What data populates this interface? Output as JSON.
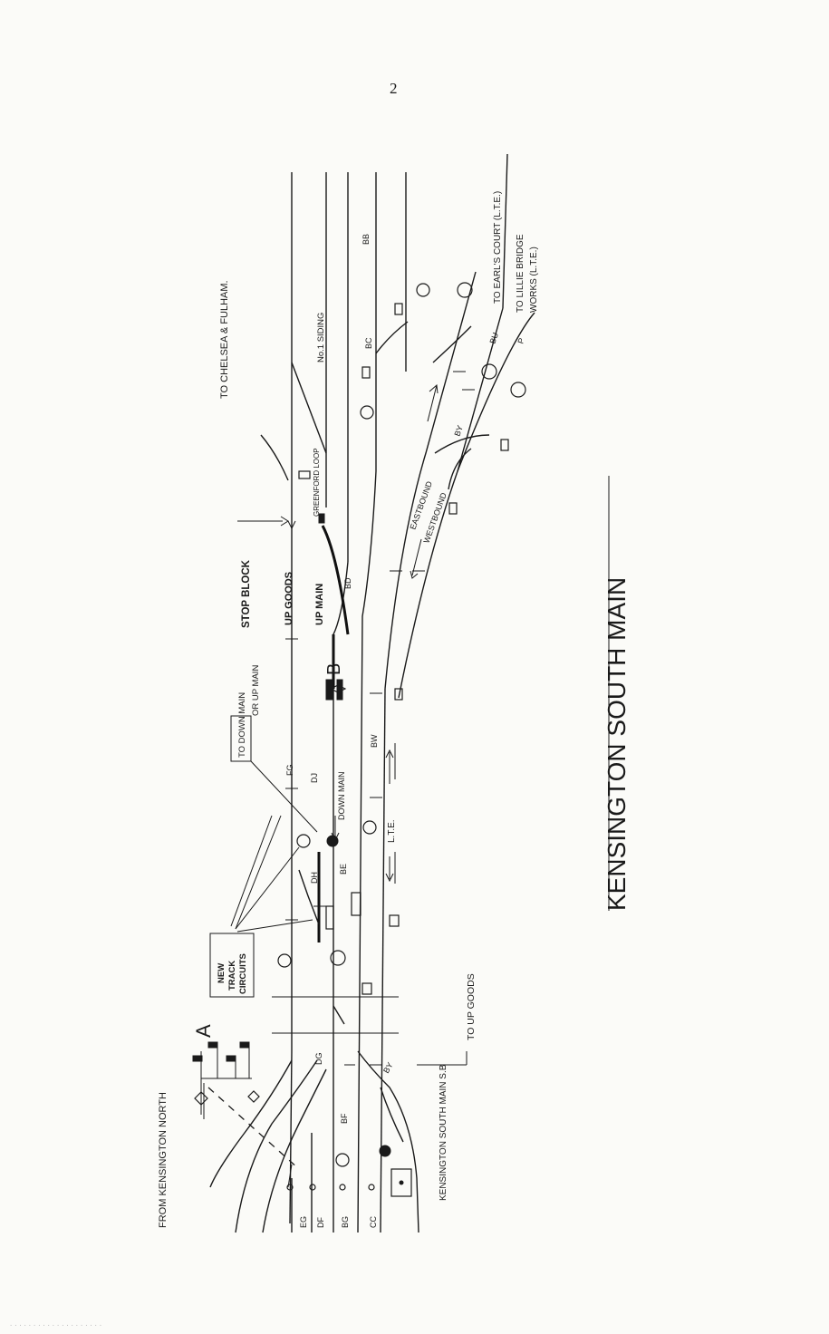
{
  "page_number": "2",
  "title": "KENSINGTON SOUTH MAIN",
  "destinations": {
    "from": "FROM KENSINGTON NORTH",
    "chelsea": "TO CHELSEA & FULHAM.",
    "earls_court": "TO EARL'S COURT (L.T.E.)",
    "lillie_bridge": "TO LILLIE BRIDGE",
    "lillie_bridge_2": "WORKS (L.T.E.)",
    "up_goods": "TO UP GOODS"
  },
  "signal_box": "KENSINGTON SOUTH MAIN S.B",
  "notes": {
    "new_track_circuits": [
      "NEW",
      "TRACK",
      "CIRCUITS"
    ],
    "to_down_or_up": [
      "TO DOWN MAIN",
      "OR UP MAIN"
    ],
    "stop_block": "STOP BLOCK"
  },
  "line_names": {
    "up_goods": "UP GOODS",
    "up_main": "UP MAIN",
    "down_main": "DOWN MAIN",
    "greenford_loop": "GREENFORD LOOP",
    "no1_siding": "No.1 SIDING",
    "lte": "L.T.E.",
    "eastbound": "EASTBOUND",
    "westbound": "WESTBOUND"
  },
  "markers": {
    "A": "A",
    "B": "B"
  },
  "signal_codes": {
    "EG": "EG",
    "DF": "DF",
    "BG": "BG",
    "CC": "CC",
    "DG": "DG",
    "BF": "BF",
    "BY1": "BY",
    "DH": "DH",
    "BE": "BE",
    "FG": "FG",
    "DJ": "DJ",
    "BW": "BW",
    "BD": "BD",
    "BY2": "BY",
    "BC": "BC",
    "BB": "BB",
    "BU": "BU",
    "P": "P"
  },
  "footer_scan_text": "...................."
}
